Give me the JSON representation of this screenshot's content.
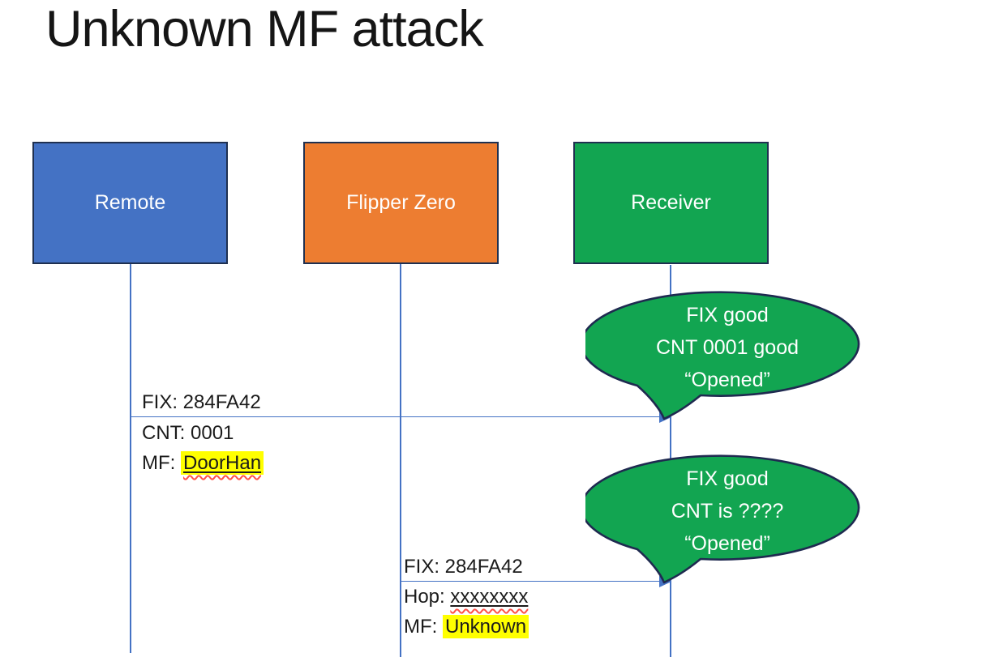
{
  "slide": {
    "title": "Unknown MF attack"
  },
  "actors": [
    {
      "label": "Remote",
      "fill": "#4472C4"
    },
    {
      "label": "Flipper Zero",
      "fill": "#ED7D31"
    },
    {
      "label": "Receiver",
      "fill": "#12A551"
    }
  ],
  "message1": {
    "above": "FIX: 284FA42",
    "below1": "CNT: 0001",
    "below2_prefix": "MF: ",
    "below2_value": "DoorHan"
  },
  "message2": {
    "above": "FIX: 284FA42",
    "below1_prefix": "Hop: ",
    "below1_value": "xxxxxxxx",
    "below2_prefix": "MF: ",
    "below2_value": "Unknown"
  },
  "callout1": {
    "line1": "FIX good",
    "line2": "CNT 0001 good",
    "line3": "“Opened”"
  },
  "callout2": {
    "line1": "FIX good",
    "line2": "CNT is ????",
    "line3": "“Opened”"
  },
  "colors": {
    "actor_border": "#1F3050",
    "remote_fill": "#4472C4",
    "flipper_fill": "#ED7D31",
    "receiver_fill": "#12A551",
    "callout_fill": "#12A551",
    "callout_border": "#1F2A50",
    "lifeline_and_arrows": "#4472C4",
    "highlight": "#FFFF00",
    "spellcheck_squiggle": "#FF5148",
    "title_text": "#151515",
    "message_text": "#1B1B1B",
    "callout_text": "#FFFFFF"
  }
}
